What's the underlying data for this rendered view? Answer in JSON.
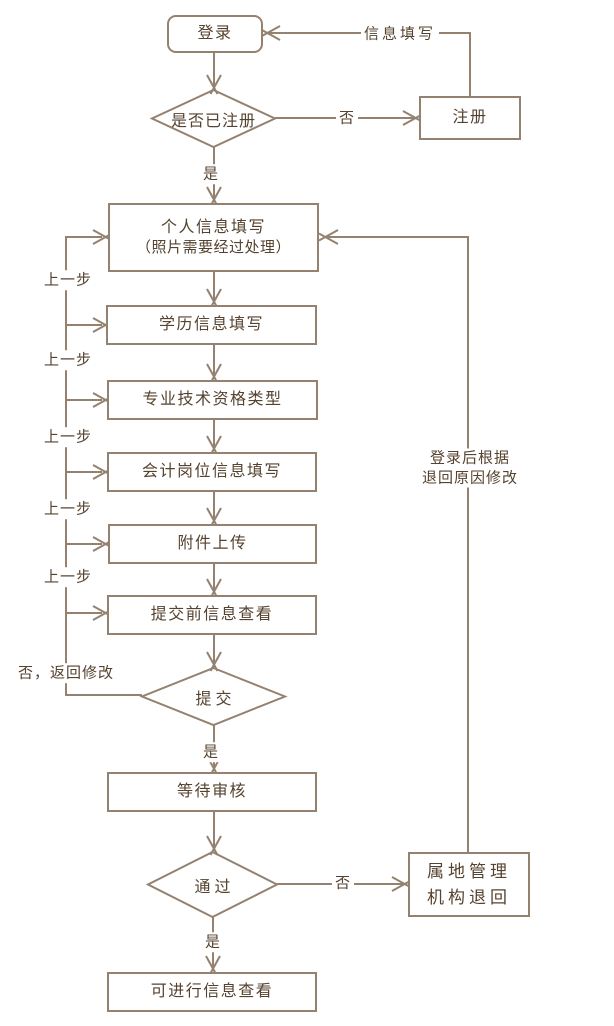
{
  "diagram": {
    "nodes": {
      "login": "登录",
      "is_registered": "是否已注册",
      "register": "注册",
      "personal_info_line1": "个人信息填写",
      "personal_info_line2": "（照片需要经过处理）",
      "education_info": "学历信息填写",
      "qualification_type": "专业技术资格类型",
      "accounting_post": "会计岗位信息填写",
      "attachment_upload": "附件上传",
      "pre_submit_review": "提交前信息查看",
      "submit": "提交",
      "wait_review": "等待审核",
      "pass": "通过",
      "agency_return_line1": "属地管理",
      "agency_return_line2": "机构退回",
      "view_info": "可进行信息查看"
    },
    "labels": {
      "info_fill": "信息填写",
      "no": "否",
      "yes": "是",
      "prev_step": "上一步",
      "no_return_modify": "否，返回修改",
      "login_modify_line1": "登录后根据",
      "login_modify_line2": "退回原因修改"
    },
    "colors": {
      "line": "#94816f",
      "text": "#55422f"
    }
  }
}
